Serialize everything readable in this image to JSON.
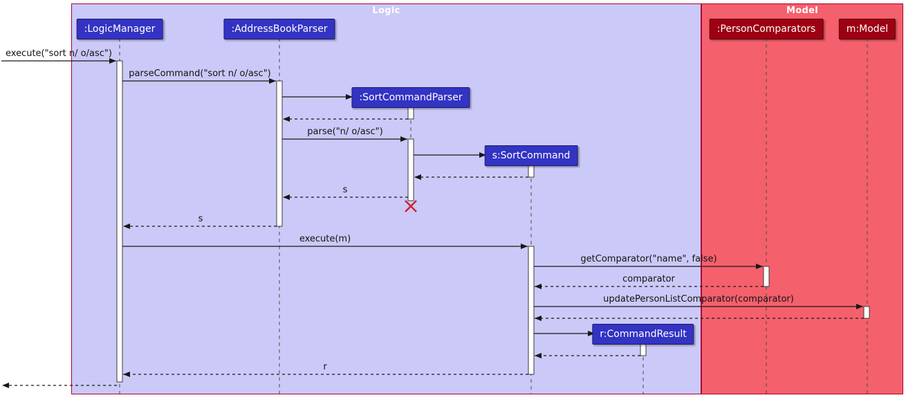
{
  "diagram": {
    "frames": {
      "logic": {
        "label": "Logic"
      },
      "model": {
        "label": "Model"
      }
    },
    "participants": [
      {
        "id": "logic-manager",
        "label": ":LogicManager",
        "group": "logic"
      },
      {
        "id": "address-book-parser",
        "label": ":AddressBookParser",
        "group": "logic"
      },
      {
        "id": "sort-command-parser",
        "label": ":SortCommandParser",
        "group": "logic"
      },
      {
        "id": "sort-command",
        "label": "s:SortCommand",
        "group": "logic"
      },
      {
        "id": "command-result",
        "label": "r:CommandResult",
        "group": "logic"
      },
      {
        "id": "person-comparators",
        "label": ":PersonComparators",
        "group": "model"
      },
      {
        "id": "model",
        "label": "m:Model",
        "group": "model"
      }
    ],
    "messages": [
      {
        "label": "execute(\"sort n/ o/asc\")",
        "from": "caller",
        "to": ":LogicManager",
        "kind": "solid"
      },
      {
        "label": "parseCommand(\"sort n/ o/asc\")",
        "from": ":LogicManager",
        "to": ":AddressBookParser",
        "kind": "solid"
      },
      {
        "label": "parse(\"n/ o/asc\")",
        "from": ":AddressBookParser",
        "to": ":SortCommandParser",
        "kind": "solid"
      },
      {
        "label": "s",
        "from": ":SortCommandParser",
        "to": ":AddressBookParser",
        "kind": "return"
      },
      {
        "label": "s",
        "from": ":AddressBookParser",
        "to": ":LogicManager",
        "kind": "return"
      },
      {
        "label": "execute(m)",
        "from": ":LogicManager",
        "to": "s:SortCommand",
        "kind": "solid"
      },
      {
        "label": "getComparator(\"name\", false)",
        "from": "s:SortCommand",
        "to": ":PersonComparators",
        "kind": "solid"
      },
      {
        "label": "comparator",
        "from": ":PersonComparators",
        "to": "s:SortCommand",
        "kind": "return"
      },
      {
        "label": "updatePersonListComparator(comparator)",
        "from": "s:SortCommand",
        "to": "m:Model",
        "kind": "solid"
      },
      {
        "label": "r",
        "from": "s:SortCommand",
        "to": ":LogicManager",
        "kind": "return"
      }
    ]
  },
  "colors": {
    "logic-fill": "#3333C4",
    "model-fill": "#9D0012",
    "logic-bg": "#CBC9F7",
    "model-bg": "#F4606C",
    "frame-border": "#A80036",
    "arrow": "#181818",
    "destroy": "#D11F2F"
  }
}
